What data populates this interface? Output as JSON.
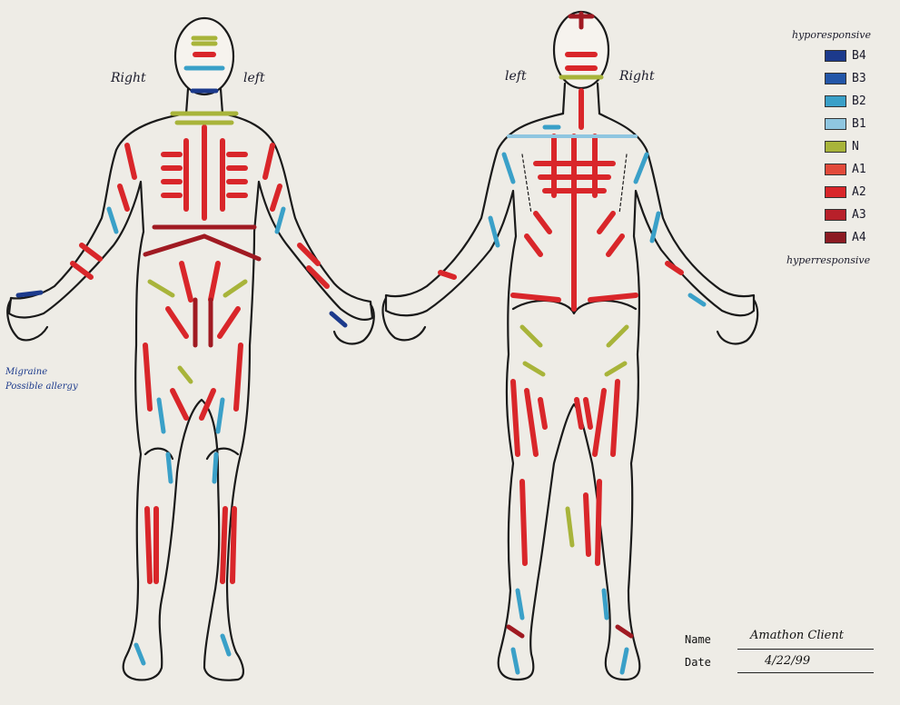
{
  "front": {
    "label_right": "Right",
    "label_left": "left"
  },
  "back": {
    "label_left": "left",
    "label_right": "Right"
  },
  "side_note": [
    "Migraine",
    "Possible allergy"
  ],
  "legend": {
    "title_top": "hyporesponsive",
    "title_bottom": "hyperresponsive",
    "items": [
      {
        "label": "B4",
        "color": "#1c3a8c"
      },
      {
        "label": "B3",
        "color": "#2356a8"
      },
      {
        "label": "B2",
        "color": "#3aa0c8"
      },
      {
        "label": "B1",
        "color": "#8fc6e0"
      },
      {
        "label": "N",
        "color": "#a8b43a"
      },
      {
        "label": "A1",
        "color": "#e24a3a"
      },
      {
        "label": "A2",
        "color": "#d9262a"
      },
      {
        "label": "A3",
        "color": "#b8202a"
      },
      {
        "label": "A4",
        "color": "#8c1a22"
      }
    ]
  },
  "form": {
    "name_label": "Name",
    "name_value": "Amathon Client",
    "date_label": "Date",
    "date_value": "4/22/99"
  },
  "colors": {
    "outline": "#1a1a1a",
    "red": "#d9262a",
    "dark_red": "#a01a22",
    "cyan": "#3aa0c8",
    "light_blue": "#8fc6e0",
    "navy": "#1c3a8c",
    "olive": "#a8b43a"
  }
}
